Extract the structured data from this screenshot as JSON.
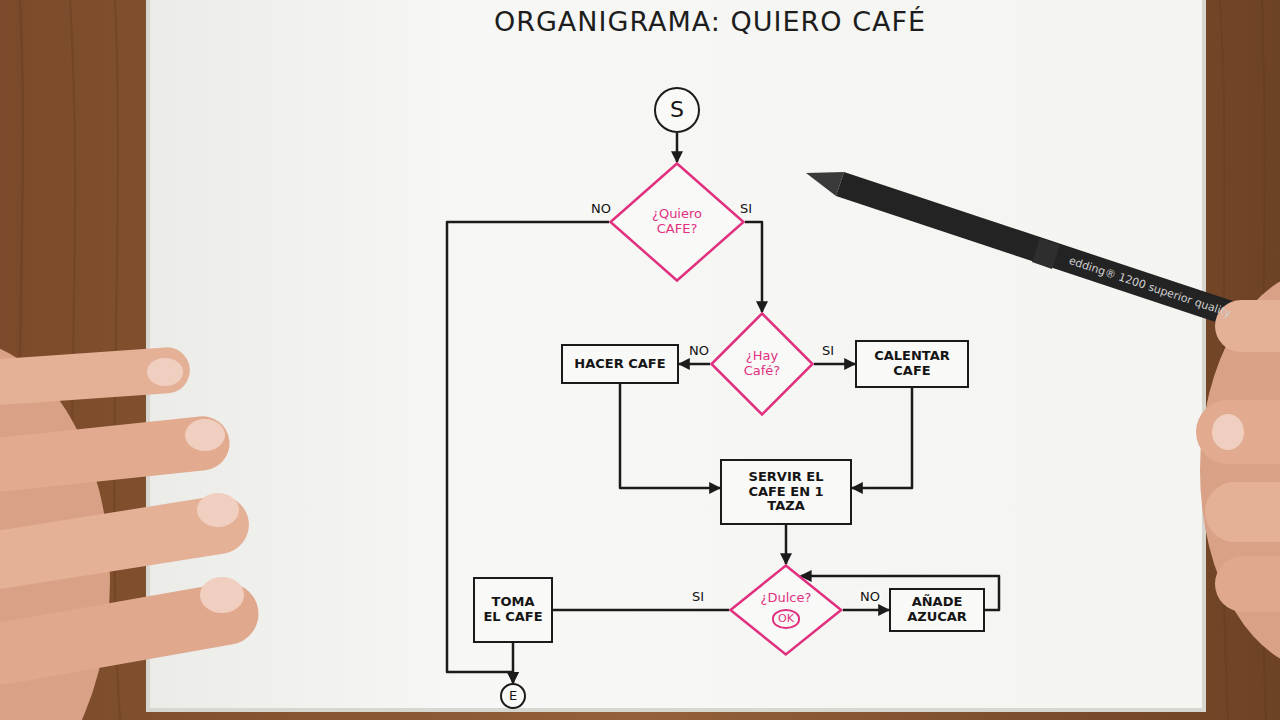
{
  "diagram": {
    "title": "ORGANIGRAMA: QUIERO CAFÉ",
    "nodes": [
      {
        "text": [
          "S"
        ]
      },
      {
        "text": [
          "¿Quiero CAFE?"
        ]
      },
      {
        "text": [
          "¿Hay Café?"
        ]
      },
      {
        "text": [
          "HACER CAFE"
        ]
      },
      {
        "text": [
          "CALENTAR CAFE"
        ]
      },
      {
        "text": [
          "SERVIR EL CAFE EN 1 TAZA"
        ]
      },
      {
        "text": [
          "¿Dulce?",
          "OK"
        ]
      },
      {
        "text": [
          "AÑADE AZUCAR"
        ]
      },
      {
        "text": [
          "TOMA EL CAFE"
        ]
      },
      {
        "text": [
          "E"
        ]
      }
    ],
    "edges": [
      {
        "from": 0,
        "to": 1,
        "arrow": "to"
      },
      {
        "from": 1,
        "to": 2,
        "label": "SI",
        "arrow": "to"
      },
      {
        "from": 1,
        "to": 9,
        "label": "NO",
        "arrow": "to"
      },
      {
        "from": 2,
        "to": 3,
        "label": "NO",
        "arrow": "to"
      },
      {
        "from": 2,
        "to": 4,
        "label": "SI",
        "arrow": "to"
      },
      {
        "from": 3,
        "to": 5,
        "arrow": "to"
      },
      {
        "from": 4,
        "to": 5,
        "arrow": "to"
      },
      {
        "from": 5,
        "to": 6,
        "arrow": "to"
      },
      {
        "from": 6,
        "to": 7,
        "label": "NO",
        "arrow": "to"
      },
      {
        "from": 7,
        "to": 6,
        "arrow": "to"
      },
      {
        "from": 6,
        "to": 8,
        "label": "SI",
        "arrow": "none"
      },
      {
        "from": 8,
        "to": 9,
        "arrow": "to"
      }
    ],
    "labels": [
      "edding® 1200 superior quality"
    ]
  }
}
